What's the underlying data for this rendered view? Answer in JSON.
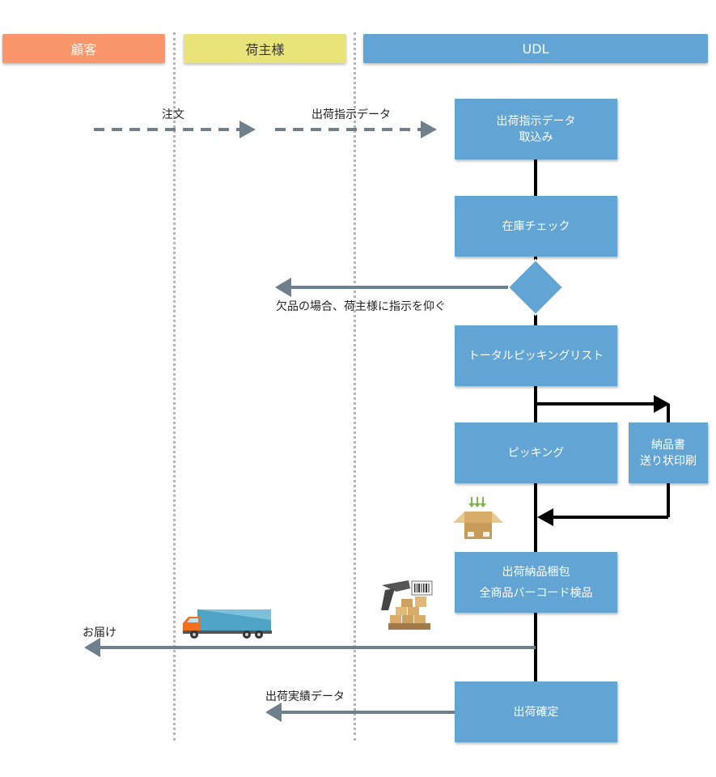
{
  "lanes": [
    {
      "label": "顧客",
      "color": "#f8956a"
    },
    {
      "label": "荷主様",
      "color": "#e9e47a"
    },
    {
      "label": "UDL",
      "color": "#62a5d4"
    }
  ],
  "boxes": {
    "order_data_import": {
      "line1": "出荷指示データ",
      "line2": "取込み"
    },
    "stock_check": "在庫チェック",
    "total_picking_list": "トータルピッキングリスト",
    "picking": "ピッキング",
    "delivery_docs": {
      "line1": "納品書",
      "line2": "送り状印刷"
    },
    "pack_inspect": {
      "line1": "出荷納品梱包",
      "line2": "全商品バーコード検品"
    },
    "shipment_confirm": "出荷確定"
  },
  "labels": {
    "order": "注文",
    "shipping_instruction_data": "出荷指示データ",
    "stockout_note": "欠品の場合、荷主様に指示を仰ぐ",
    "delivery": "お届け",
    "shipment_result_data": "出荷実績データ"
  },
  "colors": {
    "arrow": "#6f7f8c",
    "line": "#000000",
    "box": "#62a5d4"
  },
  "icons": [
    "cardboard-box-icon",
    "barcode-scanner-icon",
    "delivery-truck-icon"
  ]
}
